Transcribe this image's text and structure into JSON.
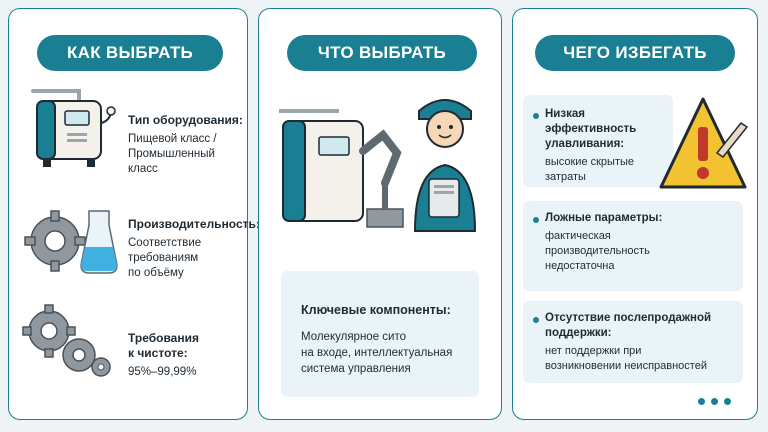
{
  "panels": {
    "how": {
      "title": "КАК ВЫБРАТЬ",
      "items": [
        {
          "label": "Тип оборудования:",
          "text1": "Пищевой класс /",
          "text2": "Промышленный",
          "text3": "класс"
        },
        {
          "label": "Производительность:",
          "text1": "Соответствие",
          "text2": "требованиям",
          "text3": "по объёму"
        },
        {
          "label1": "Требования",
          "label2": "к чистоте:",
          "text1": "95%–99,99%"
        }
      ]
    },
    "what": {
      "title": "ЧТО ВЫБРАТЬ",
      "card": {
        "title": "Ключевые компоненты:",
        "line1": "Молекулярное сито",
        "line2": "на входе, интеллектуальная",
        "line3": "система управления"
      }
    },
    "avoid": {
      "title": "ЧЕГО ИЗБЕГАТЬ",
      "items": [
        {
          "title1": "Низкая эффективность",
          "title2": "улавливания:",
          "text1": "высокие скрытые",
          "text2": "затраты"
        },
        {
          "title1": "Ложные параметры:",
          "text1": "фактическая",
          "text2": "производительность",
          "text3": "недостаточна"
        },
        {
          "title1": "Отсутствие послепродажной",
          "title2": "поддержки:",
          "text1": "нет поддержки при",
          "text2": "возникновении неисправностей"
        }
      ]
    }
  },
  "colors": {
    "accent": "#1b7f93",
    "card_bg": "#eaf4f8",
    "warning": "#f2c230"
  },
  "icons": [
    "machine-icon",
    "gear-flask-icon",
    "gears-icon",
    "technician-illustration",
    "warning-triangle-icon"
  ]
}
